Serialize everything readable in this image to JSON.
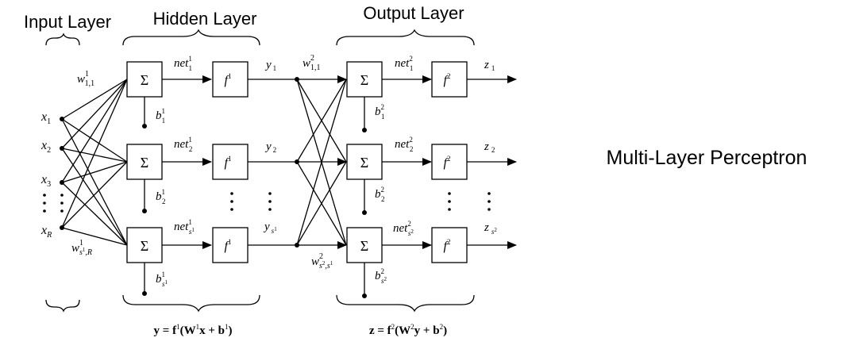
{
  "title": "Multi-Layer Perceptron",
  "layers": {
    "input": "Input Layer",
    "hidden": "Hidden Layer",
    "output": "Output Layer"
  },
  "symbols": {
    "sum": "Σ",
    "vdots": "⋮"
  },
  "inputs": [
    {
      "base": "x",
      "sub": "1"
    },
    {
      "base": "x",
      "sub": "2"
    },
    {
      "base": "x",
      "sub": "3"
    },
    {
      "base": "x",
      "sub": "R"
    }
  ],
  "weights1": {
    "first": {
      "base": "w",
      "sup": "1",
      "sub": "1,1"
    },
    "last": {
      "base": "w",
      "sup": "1",
      "sub1": "s",
      "subsup": "1",
      "sub2": ",R"
    }
  },
  "weights2": {
    "first": {
      "base": "w",
      "sup": "2",
      "sub": "1,1"
    },
    "last": {
      "base": "w",
      "sup": "2",
      "sub1": "s",
      "subsup": "2",
      "sub2": ",s",
      "subsup2": "1"
    }
  },
  "hidden_rows": [
    {
      "net": "net",
      "net_sup": "1",
      "net_sub": "1",
      "f": "f",
      "f_sup": "1",
      "y": "y",
      "y_sub": "1",
      "b": "b",
      "b_sup": "1",
      "b_sub": "1"
    },
    {
      "net": "net",
      "net_sup": "1",
      "net_sub": "2",
      "f": "f",
      "f_sup": "1",
      "y": "y",
      "y_sub": "2",
      "b": "b",
      "b_sup": "1",
      "b_sub": "2"
    },
    {
      "net": "net",
      "net_sup": "1",
      "net_sub": "s",
      "net_subsup": "1",
      "f": "f",
      "f_sup": "1",
      "y": "y",
      "y_sub": "s",
      "y_subsup": "1",
      "b": "b",
      "b_sup": "1",
      "b_sub": "s",
      "b_subsup": "1"
    }
  ],
  "output_rows": [
    {
      "net": "net",
      "net_sup": "2",
      "net_sub": "1",
      "f": "f",
      "f_sup": "2",
      "z": "z",
      "z_sub": "1",
      "b": "b",
      "b_sup": "2",
      "b_sub": "1"
    },
    {
      "net": "net",
      "net_sup": "2",
      "net_sub": "2",
      "f": "f",
      "f_sup": "2",
      "z": "z",
      "z_sub": "2",
      "b": "b",
      "b_sup": "2",
      "b_sub": "2"
    },
    {
      "net": "net",
      "net_sup": "2",
      "net_sub": "s",
      "net_subsup": "2",
      "f": "f",
      "f_sup": "2",
      "z": "z",
      "z_sub": "s",
      "z_subsup": "2",
      "b": "b",
      "b_sup": "2",
      "b_sub": "s",
      "b_subsup": "2"
    }
  ],
  "equations": {
    "hidden": {
      "lhs": "y = ",
      "f": "f",
      "f_sup": "1",
      "open": "(",
      "W": "W",
      "W_sup": "1",
      "x": "x",
      "plus": " + ",
      "b": "b",
      "b_sup": "1",
      "close": ")"
    },
    "output": {
      "lhs": "z = ",
      "f": "f",
      "f_sup": "2",
      "open": "(",
      "W": "W",
      "W_sup": "2",
      "x": "y",
      "plus": " + ",
      "b": "b",
      "b_sup": "2",
      "close": ")"
    }
  }
}
